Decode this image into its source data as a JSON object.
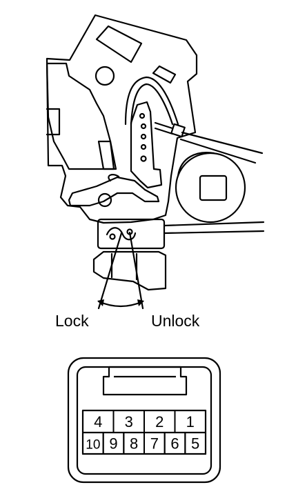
{
  "labels": {
    "lock": "Lock",
    "unlock": "Unlock"
  },
  "connector": {
    "top_row": [
      "4",
      "3",
      "2",
      "1"
    ],
    "bottom_row": [
      "10",
      "9",
      "8",
      "7",
      "6",
      "5"
    ]
  },
  "colors": {
    "ink": "#000000",
    "paper": "#ffffff"
  }
}
